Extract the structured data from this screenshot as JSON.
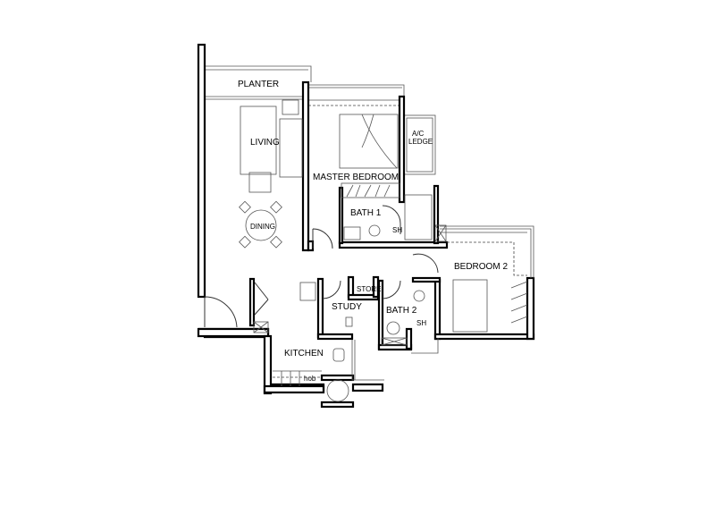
{
  "floorplan": {
    "rooms": {
      "planter": "PLANTER",
      "living": "LIVING",
      "dining": "DINING",
      "master_bedroom": "MASTER BEDROOM",
      "ac_ledge_1": "A/C",
      "ac_ledge_2": "LEDGE",
      "bath1": "BATH 1",
      "sh1": "SH",
      "bedroom2": "BEDROOM 2",
      "store": "STORE",
      "study": "STUDY",
      "bath2": "BATH 2",
      "sh2": "SH",
      "kitchen": "KITCHEN",
      "hob": "hob"
    }
  }
}
